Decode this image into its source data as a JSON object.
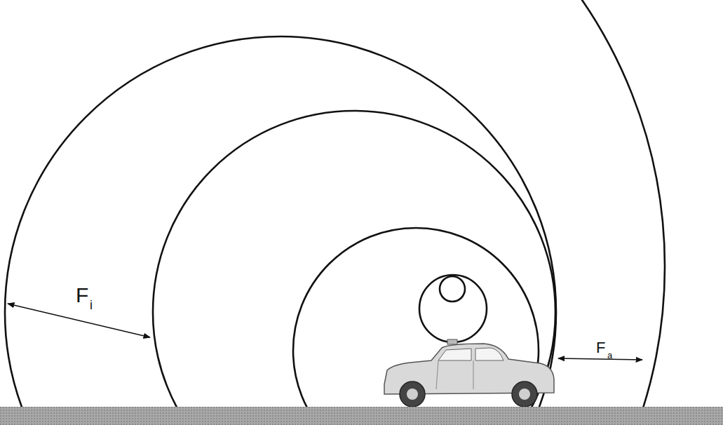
{
  "diagram": {
    "labels": [
      "F",
      "i",
      "F",
      "a"
    ]
  }
}
